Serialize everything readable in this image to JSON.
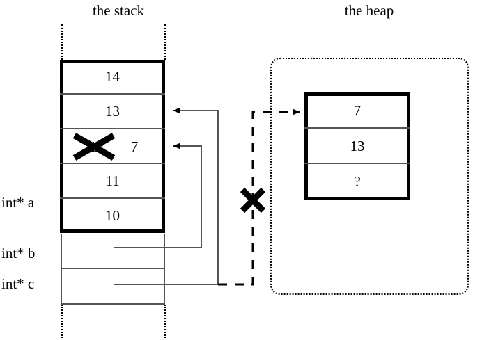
{
  "diagram": {
    "stack": {
      "title": "the stack",
      "cells": [
        {
          "value": "14"
        },
        {
          "value": "13"
        },
        {
          "value": "",
          "struck_value": "12",
          "new_value": "7",
          "struck": true
        },
        {
          "value": "11"
        },
        {
          "value": "10"
        }
      ],
      "pointers": [
        {
          "label": "int* a"
        },
        {
          "label": "int* b"
        },
        {
          "label": "int* c"
        }
      ]
    },
    "heap": {
      "title": "the heap",
      "cells": [
        {
          "value": "7"
        },
        {
          "value": "13"
        },
        {
          "value": "?"
        }
      ]
    },
    "annotations": {
      "invalidated_pointer_mark": "X",
      "struck_stack_value_mark": "X"
    },
    "colors": {
      "ink": "#000000",
      "thin_rule": "#555555",
      "background": "#ffffff"
    }
  }
}
